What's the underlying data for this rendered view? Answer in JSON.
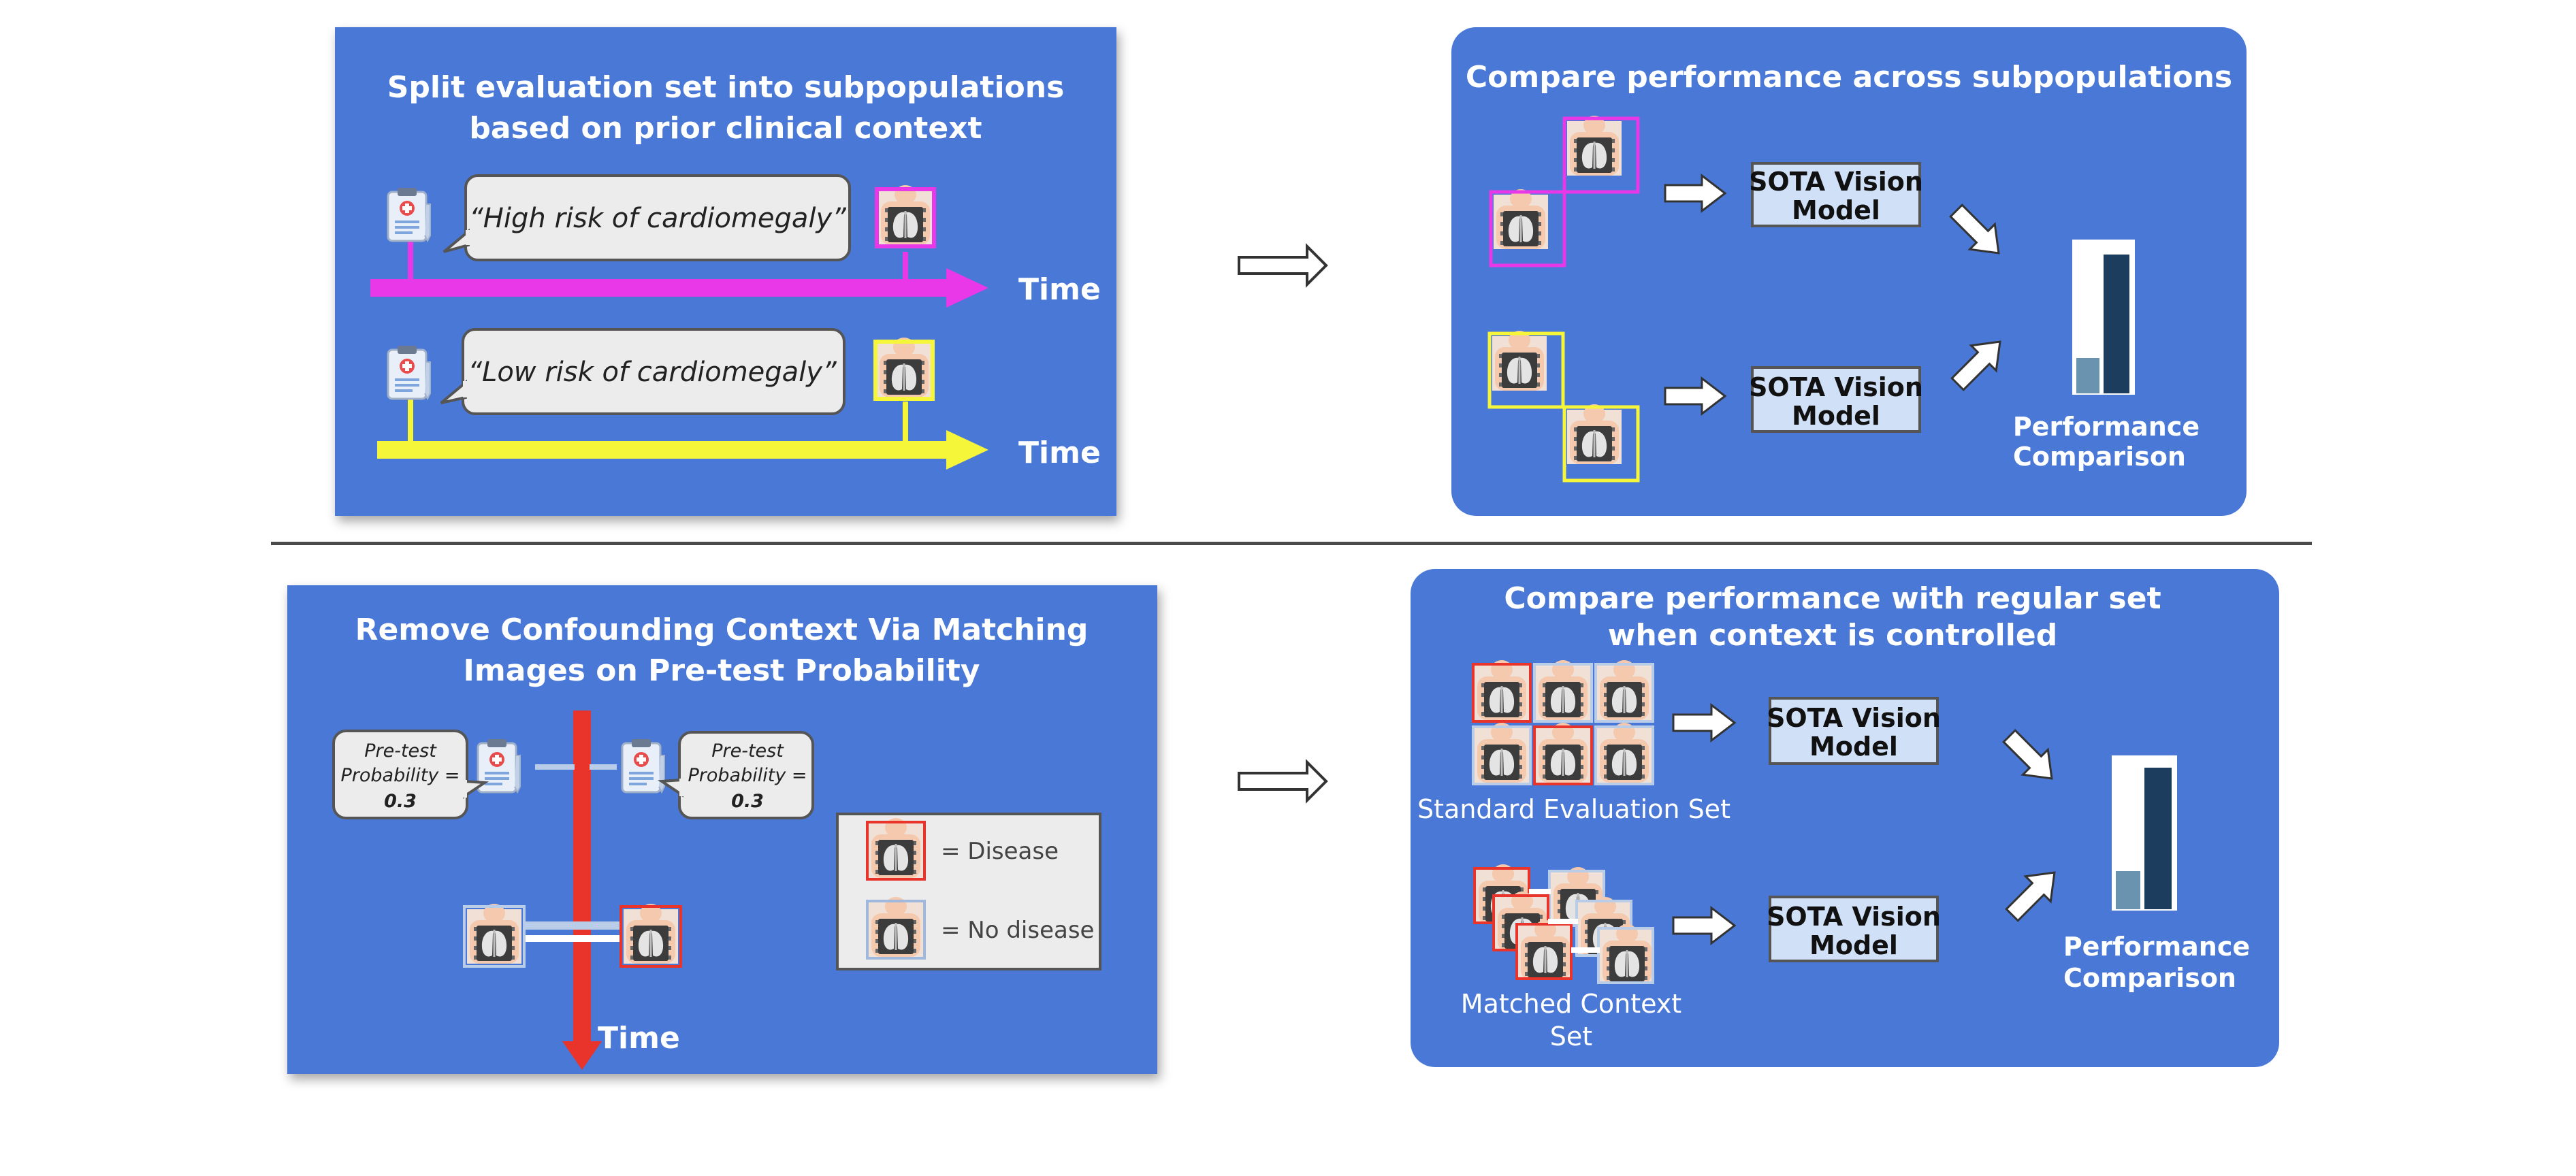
{
  "panels": {
    "top_left": {
      "title_line1": "Split evaluation set into subpopulations",
      "title_line2": "based on prior clinical context",
      "quote_high": "“High risk of cardiomegaly”",
      "quote_low": "“Low risk of cardiomegaly”",
      "time_label": "Time"
    },
    "top_right": {
      "title": "Compare performance across subpopulations",
      "model_line1": "SOTA Vision",
      "model_line2": "Model",
      "result_line1": "Performance",
      "result_line2": "Comparison"
    },
    "bottom_left": {
      "title_line1": "Remove Confounding Context Via Matching",
      "title_line2": "Images on Pre-test Probability",
      "pretest_line1": "Pre-test",
      "pretest_line2": "Probability =",
      "pretest_value": "0.3",
      "time_label": "Time",
      "legend_disease": "= Disease",
      "legend_no_disease": "= No disease"
    },
    "bottom_right": {
      "title_line1": "Compare performance with regular set",
      "title_line2": "when context is controlled",
      "standard_set_label": "Standard Evaluation Set",
      "matched_set_line1": "Matched Context",
      "matched_set_line2": "Set",
      "model_line1": "SOTA Vision",
      "model_line2": "Model",
      "result_line1": "Performance",
      "result_line2": "Comparison"
    }
  },
  "colors": {
    "panel_blue": "#4a78d6",
    "magenta": "#e838e8",
    "yellow": "#f5f53a",
    "red": "#e8342a",
    "model_box": "#cfe0f7",
    "bar_light": "#6a93b0",
    "bar_dark": "#1c3d5e"
  }
}
